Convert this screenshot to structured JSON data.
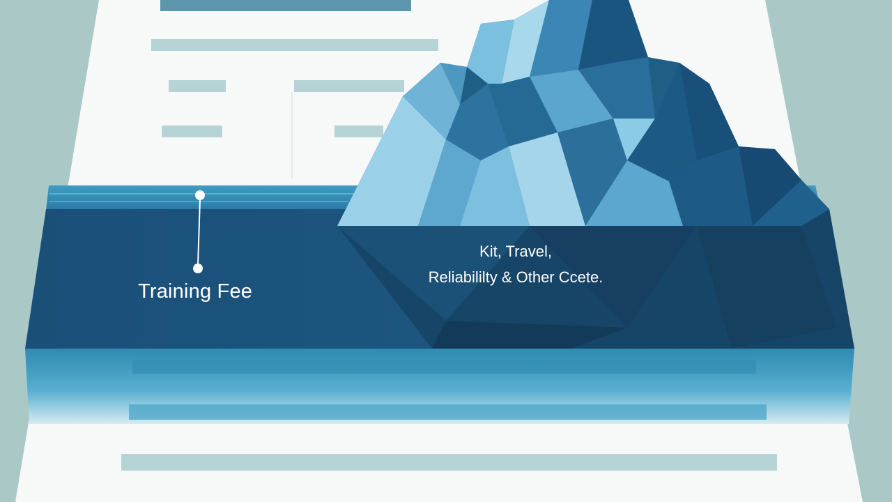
{
  "illustration": {
    "visible_cost_label": "Training Fee",
    "hidden_cost_label_line1": "Kit, Travel,",
    "hidden_cost_label_line2": "Reliabililty & Other Ccete."
  },
  "colors": {
    "background": "#a9c8c6",
    "paper": "#f7f9f8",
    "placeholder_bar": "#b6d3d5",
    "water_dark": "#1c5680",
    "water_light": "#3d9dc0",
    "iceberg_dark": "#1f5f86",
    "iceberg_light": "#8cc6e2"
  }
}
